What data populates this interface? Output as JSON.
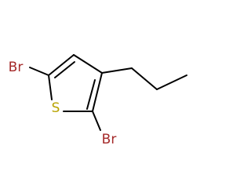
{
  "molecule": {
    "atoms": {
      "br_left": {
        "label": "Br",
        "color": "#a52a2a"
      },
      "sulfur": {
        "label": "S",
        "color": "#b8a300"
      },
      "br_bottom": {
        "label": "Br",
        "color": "#a52a2a"
      }
    },
    "bond_color": "#000000"
  }
}
